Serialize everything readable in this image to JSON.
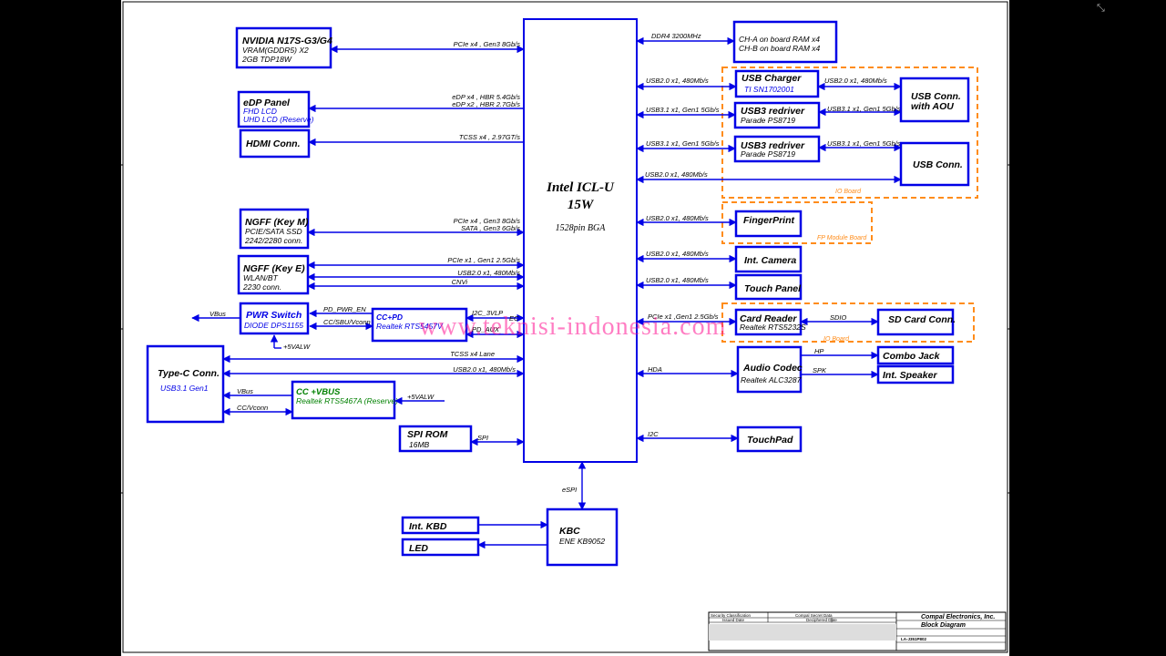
{
  "cpu": {
    "title": "Intel ICL-U",
    "tdp": "15W",
    "package": "1528pin BGA"
  },
  "left": {
    "gpu": {
      "name": "NVIDIA N17S-G3/G4",
      "line1": "VRAM(GDDR5) X2",
      "line2": "2GB TDP18W",
      "sig1": "PCIe x4 , Gen3 8Gb/s"
    },
    "edp": {
      "name": "eDP Panel",
      "line1": "FHD LCD",
      "line2": "UHD LCD (Reserve)",
      "sig1": "eDP x4 , HBR 5.4Gb/s",
      "sig2": "eDP x2 , HBR 2.7Gb/s"
    },
    "hdmi": {
      "name": "HDMI Conn.",
      "sig1": "TCSS x4 , 2.97GT/s"
    },
    "ngff_m": {
      "name": "NGFF (Key M)",
      "line1": "PCIE/SATA SSD",
      "line2": "2242/2280 conn.",
      "sig1": "PCIe x4 , Gen3 8Gb/s",
      "sig2": "SATA , Gen3 6Gb/s"
    },
    "ngff_e": {
      "name": "NGFF (Key E)",
      "line1": "WLAN/BT",
      "line2": "2230 conn.",
      "sig1": "PCIe x1 , Gen1 2.5Gb/s",
      "sig2": "USB2.0 x1, 480Mb/s",
      "sig3": "CNVi"
    },
    "pwr": {
      "name": "PWR Switch",
      "line1": "DIODE DPS1155",
      "vbus": "VBus",
      "svalw": "+5VALW"
    },
    "ccpd": {
      "name": "CC+PD",
      "line1": "Realtek RTS5457V",
      "sig_pd_pwr": "PD_PWR_EN",
      "sig_cc": "CC/SBU/Vconn",
      "sig_i2c": "I2C_3VLP",
      "sig_ec": "EC",
      "sig_aux": "PD_AUX"
    },
    "typec": {
      "name": "Type-C Conn.",
      "line1": "USB3.1 Gen1",
      "sig1": "TCSS x4 Lane",
      "sig2": "USB2.0 x1, 480Mb/s",
      "vbus": "VBus",
      "ccvconn": "CC/Vconn"
    },
    "ccvbus": {
      "name": "CC +VBUS",
      "line1": "Realtek RTS5467A (Reserve)",
      "svalw": "+5VALW"
    },
    "spi": {
      "name": "SPI ROM",
      "line1": "16MB",
      "sig1": "SPI"
    }
  },
  "bottom": {
    "kbc": {
      "name": "KBC",
      "line1": "ENE KB9052",
      "espi": "eSPI"
    },
    "kbd": {
      "name": "Int. KBD"
    },
    "led": {
      "name": "LED"
    }
  },
  "right": {
    "ram": {
      "line1": "CH-A on board RAM x4",
      "line2": "CH-B on board RAM x4",
      "sig1": "DDR4 3200MHz"
    },
    "usb_charger": {
      "name": "USB Charger",
      "line1": "TI SN1702001",
      "sig1": "USB2.0 x1, 480Mb/s",
      "sig2": "USB2.0 x1, 480Mb/s"
    },
    "redriver1": {
      "name": "USB3 redriver",
      "line1": "Parade PS8719",
      "sig1": "USB3.1 x1, Gen1 5Gb/s",
      "sig2": "USB3.1 x1, Gen1 5Gb/s"
    },
    "redriver2": {
      "name": "USB3 redriver",
      "line1": "Parade PS8719",
      "sig1": "USB3.1 x1, Gen1 5Gb/s",
      "sig2": "USB3.1 x1, Gen1 5Gb/s"
    },
    "usb_aou": {
      "name1": "USB Conn.",
      "name2": "with AOU"
    },
    "usb_conn": {
      "name": "USB Conn.",
      "sig1": "USB2.0 x1, 480Mb/s"
    },
    "io_board1": "IO Board",
    "finger": {
      "name": "FingerPrint",
      "sig1": "USB2.0 x1, 480Mb/s"
    },
    "fp_board": "FP Module Board",
    "camera": {
      "name": "Int. Camera",
      "sig1": "USB2.0 x1, 480Mb/s"
    },
    "touch_panel": {
      "name": "Touch Panel",
      "sig1": "USB2.0 x1, 480Mb/s"
    },
    "card_reader": {
      "name": "Card Reader",
      "line1": "Realtek RTS5232S",
      "sig1": "PCIe x1 ,Gen1 2.5Gb/s",
      "sig2": "SDIO"
    },
    "sd_card": {
      "name": "SD Card Conn."
    },
    "io_board2": "IO Board",
    "audio": {
      "name": "Audio Codec",
      "line1": "Realtek ALC3287",
      "sig1": "HDA",
      "hp": "HP",
      "spk": "SPK"
    },
    "combo": {
      "name": "Combo Jack"
    },
    "speaker": {
      "name": "Int. Speaker"
    },
    "touchpad": {
      "name": "TouchPad",
      "sig1": "I2C"
    }
  },
  "watermark": "www.teknisi-indonesia.com",
  "title_block": {
    "security": "Security Classification",
    "secret": "Compal Secret Data",
    "issued": "Issued Date",
    "deciphered": "Deciphered Date",
    "company": "Compal Electronics, Inc.",
    "title": "Block Diagram",
    "doc": "LA-J351P802"
  },
  "colors": {
    "wire": "#0000e6",
    "dashed_board": "#ff8c1a",
    "watermark": "#ff1493",
    "green_text": "#008000"
  }
}
